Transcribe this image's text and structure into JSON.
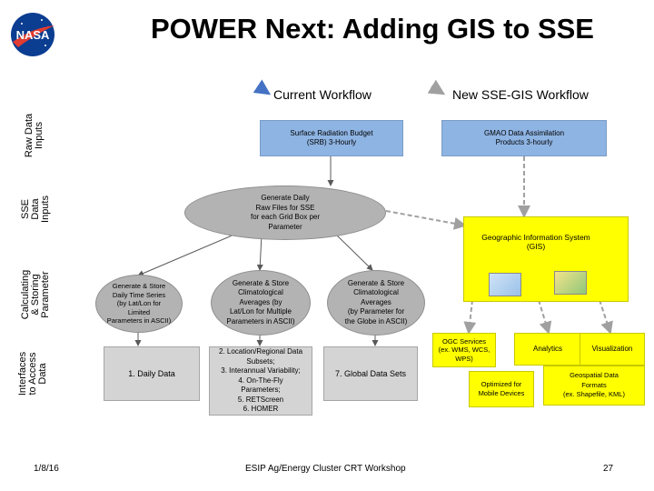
{
  "title": "POWER Next: Adding GIS to SSE",
  "logo_text": "NASA",
  "side_labels": {
    "raw": "Raw Data\nInputs",
    "sse": "SSE\nData\nInputs",
    "calc": "Calculating\n& Storing\nParameter",
    "interfaces": "Interfaces\nto Access\nData"
  },
  "headers": {
    "current": "Current Workflow",
    "new": "New SSE-GIS Workflow"
  },
  "boxes": {
    "srb": "Surface Radiation Budget\n(SRB) 3-Hourly",
    "gmao": "GMAO Data Assimilation\nProducts 3-hourly",
    "raw_files": "Generate Daily\nRaw Files for SSE\nfor each Grid Box per\nParameter",
    "gis": "Geographic Information System\n(GIS)",
    "ts": "Generate & Store\nDaily Time Series\n(by Lat/Lon for\nLimited\nParameters in ASCII)",
    "clim_lat": "Generate & Store\nClimatological\nAverages (by\nLat/Lon for Multiple\nParameters in ASCII)",
    "clim_glob": "Generate & Store\nClimatological\nAverages\n(by Parameter for\nthe Globe in ASCII)",
    "daily": "1. Daily Data",
    "regional": "2. Location/Regional Data\nSubsets;\n3. Interannual Variability;\n4. On-The-Fly\nParameters;\n5. RETScreen\n6. HOMER",
    "global": "7. Global Data Sets",
    "ogc": "OGC Services\n(ex. WMS, WCS,\nWPS)",
    "analytics": "Analytics",
    "visualization": "Visualization",
    "mobile": "Optimized for\nMobile Devices",
    "geodata": "Geospatial Data\nFormats\n(ex. Shapefile, KML)"
  },
  "footer": {
    "date": "1/8/16",
    "workshop": "ESIP Ag/Energy Cluster CRT Workshop",
    "page": "27"
  },
  "colors": {
    "blue_box": "#8eb4e3",
    "grey_box": "#d4d4d4",
    "ellipse": "#b3b3b3",
    "yellow": "#ffff00",
    "connector": "#595959",
    "header_arrow": "#4472c4"
  }
}
